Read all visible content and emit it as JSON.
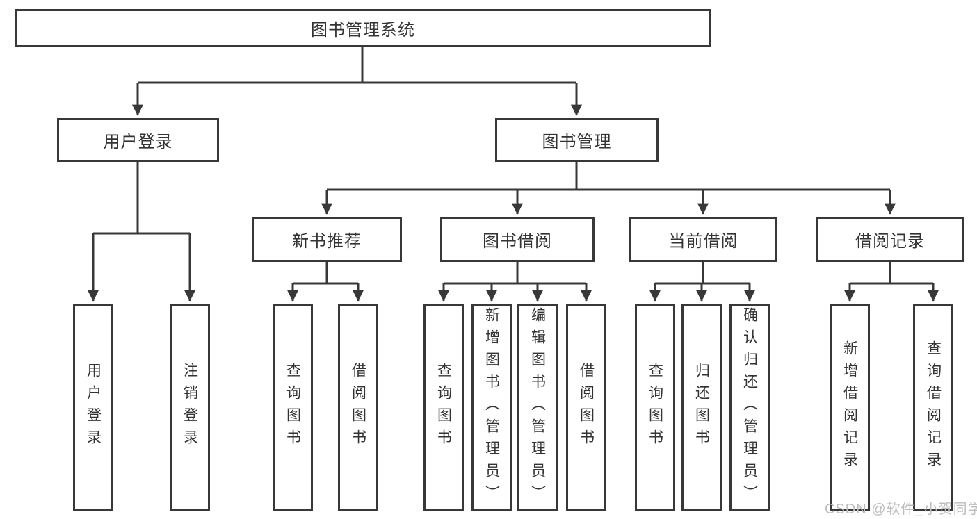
{
  "tree": {
    "root": {
      "label": "图书管理系统",
      "children": [
        {
          "label": "用户登录",
          "children": [
            {
              "label": "用户登录"
            },
            {
              "label": "注销登录"
            }
          ]
        },
        {
          "label": "图书管理",
          "children": [
            {
              "label": "新书推荐",
              "children": [
                {
                  "label": "查询图书"
                },
                {
                  "label": "借阅图书"
                }
              ]
            },
            {
              "label": "图书借阅",
              "children": [
                {
                  "label": "查询图书"
                },
                {
                  "label": "新增图书（管理员）"
                },
                {
                  "label": "编辑图书（管理员）"
                },
                {
                  "label": "借阅图书"
                }
              ]
            },
            {
              "label": "当前借阅",
              "children": [
                {
                  "label": "查询图书"
                },
                {
                  "label": "归还图书"
                },
                {
                  "label": "确认归还（管理员）"
                }
              ]
            },
            {
              "label": "借阅记录",
              "children": [
                {
                  "label": "新增借阅记录"
                },
                {
                  "label": "查询借阅记录"
                }
              ]
            }
          ]
        }
      ]
    }
  },
  "watermark": {
    "text": "CSDN @软件_小贺同学"
  },
  "colors": {
    "line": "#383838",
    "box_border": "#383838",
    "text": "#333333",
    "watermark": "#bdbdbd",
    "background": "#ffffff"
  }
}
